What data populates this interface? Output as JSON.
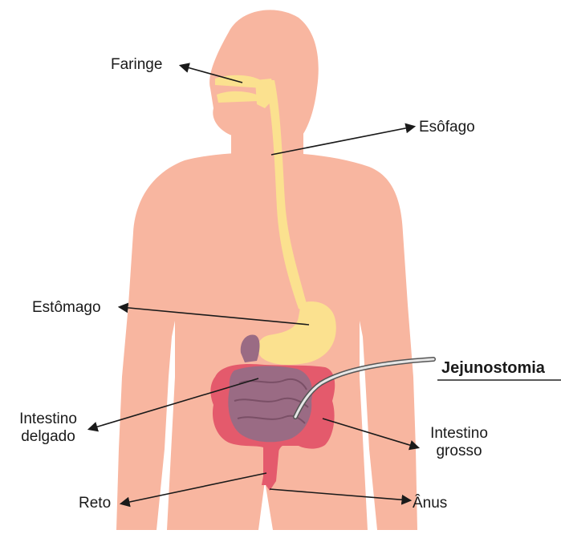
{
  "labels": {
    "faringe": "Faringe",
    "esofago": "Esôfago",
    "estomago": "Estômago",
    "jejunostomia": "Jejunostomia",
    "intestino_delgado": [
      "Intestino",
      "delgado"
    ],
    "intestino_grosso": [
      "Intestino",
      "grosso"
    ],
    "reto": "Reto",
    "anus": "Ânus"
  },
  "colors": {
    "skin": "#f8b6a0",
    "digestive_tract": "#fbe18f",
    "large_intestine": "#e45a6c",
    "small_intestine": "#9a6b84",
    "tube": "#d9d9d9",
    "text": "#1a1a1a"
  }
}
